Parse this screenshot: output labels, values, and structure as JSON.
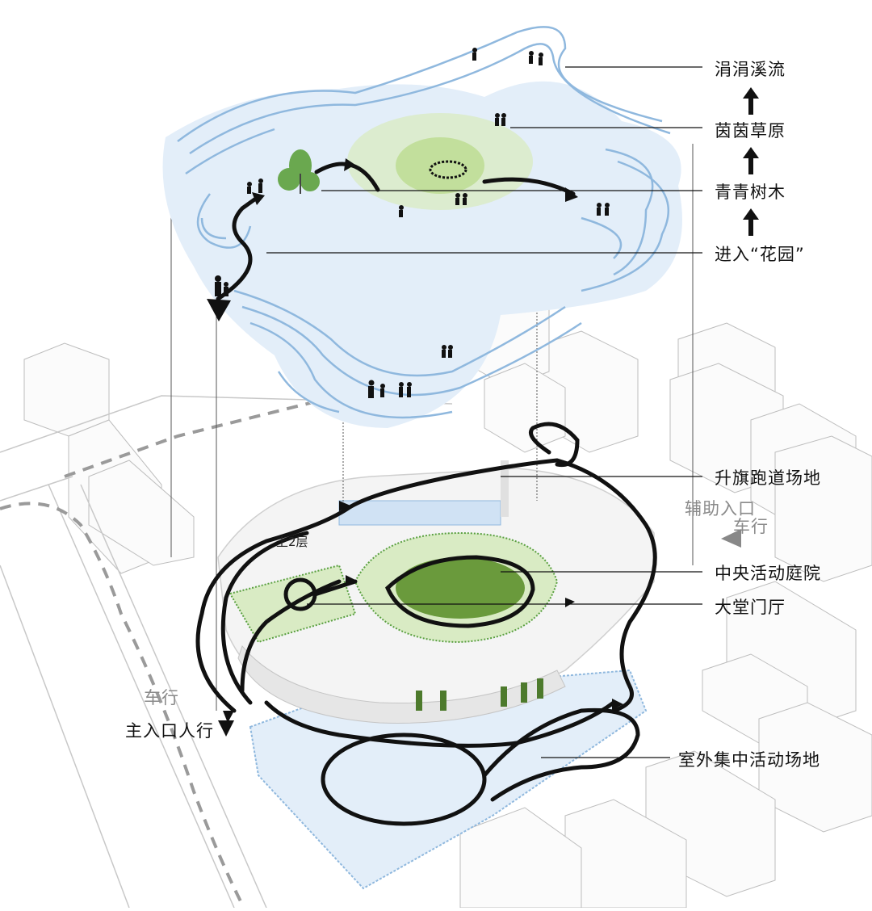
{
  "labels": {
    "stream": "涓涓溪流",
    "meadow": "茵茵草原",
    "trees": "青青树木",
    "enter_garden": "进入“花园”",
    "flag_track": "升旗跑道场地",
    "aux_entrance": "辅助入口",
    "vehicle_right": "车行",
    "central_courtyard": "中央活动庭院",
    "lobby": "大堂门厅",
    "vehicle_left": "车行",
    "main_entrance": "主入口人行",
    "outdoor_area": "室外集中活动场地",
    "up_2f": "上2层"
  },
  "colors": {
    "water": "#8fb8de",
    "water_fill": "#e3eef9",
    "meadow": "#d9ebc4",
    "lawn": "#6a9a3c",
    "building": "#f2f2f2",
    "route": "#111111",
    "dash": "#9a9a9a"
  },
  "icons": [
    "up-arrow-icon",
    "people-icon",
    "tree-icon",
    "route-arrow-icon"
  ]
}
